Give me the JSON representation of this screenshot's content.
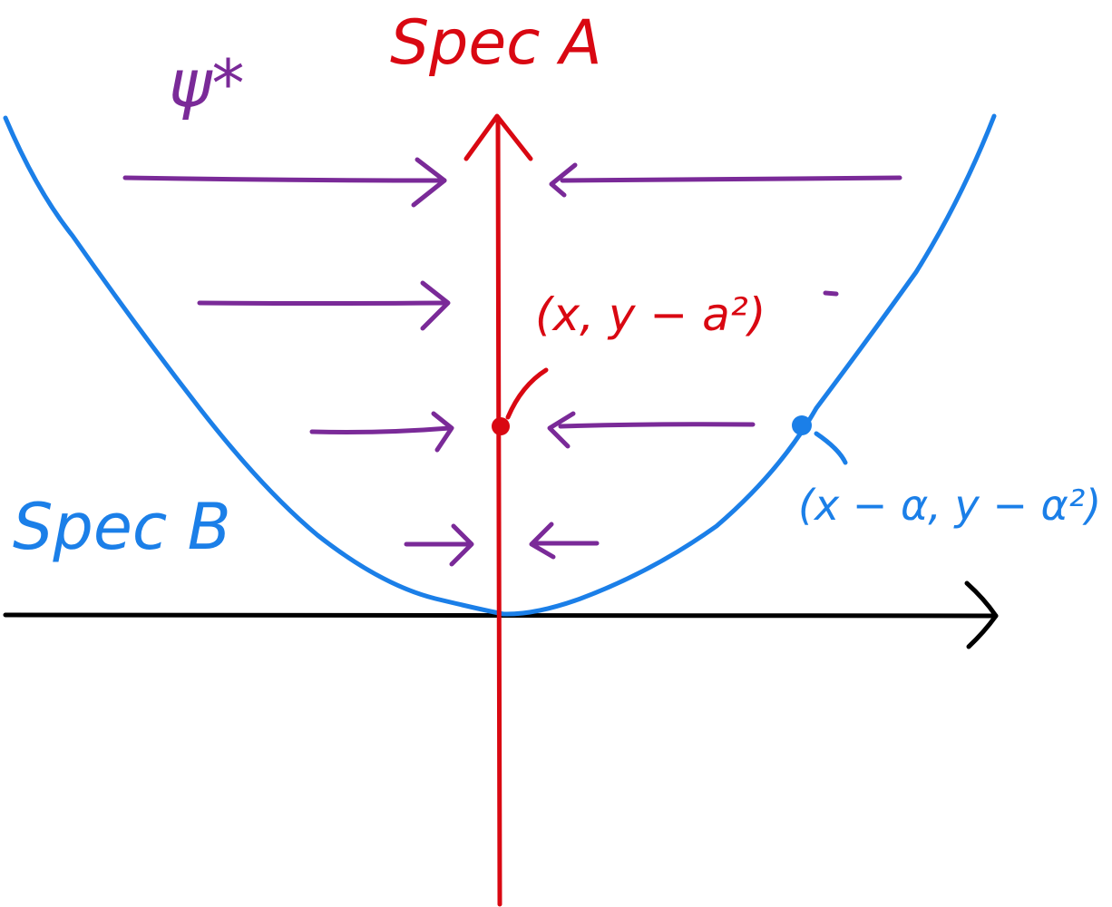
{
  "diagram": {
    "labels": {
      "spec_a": "Spec A",
      "spec_b": "Spec B",
      "psi_star": "ψ*",
      "red_point": "(x, y − a²)",
      "blue_point": "(x − α, y − α²)"
    },
    "colors": {
      "red": "#d90812",
      "blue": "#1b7fe8",
      "purple": "#7a2a98",
      "black": "#000000"
    },
    "elements": {
      "vertical_axis": "Spec A (red vertical line with arrowhead)",
      "horizontal_axis": "black horizontal line with arrowhead",
      "parabola": "Spec B (blue parabola, vertex at origin)",
      "arrows": "purple horizontal arrows pointing toward vertical axis (ψ*)"
    }
  }
}
